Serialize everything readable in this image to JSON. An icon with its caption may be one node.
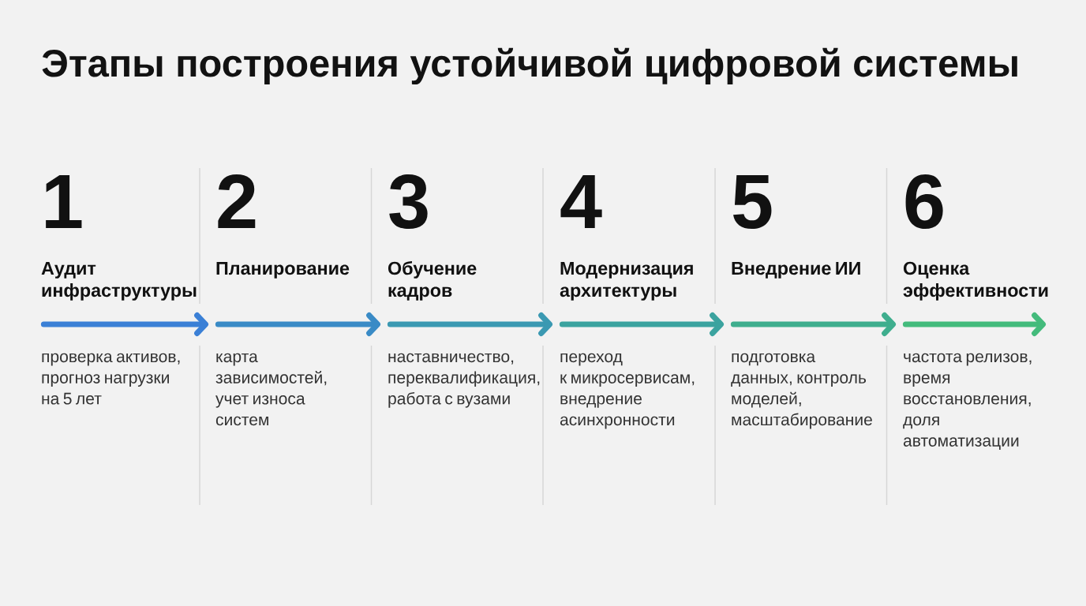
{
  "diagram": {
    "title": "Этапы построения устойчивой цифровой системы",
    "nodes": [
      {
        "text": [
          "1",
          "Аудит инфраструктуры",
          "проверка активов, прогноз нагрузки на 5 лет"
        ]
      },
      {
        "text": [
          "2",
          "Планирование",
          "карта зависимостей, учет износа систем"
        ]
      },
      {
        "text": [
          "3",
          "Обучение кадров",
          "наставничество, переквалификация, работа с вузами"
        ]
      },
      {
        "text": [
          "4",
          "Модернизация архитектуры",
          "переход к микросервисам, внедрение асинхронности"
        ]
      },
      {
        "text": [
          "5",
          "Внедрение ИИ",
          "подготовка данных, контроль моделей, масштабирование"
        ]
      },
      {
        "text": [
          "6",
          "Оценка эффективности",
          "частота релизов, время восстановления, доля автоматизации"
        ]
      }
    ],
    "edges": [
      {
        "from": 0,
        "to": 1,
        "arrow": "to",
        "color": "#3b80d6"
      },
      {
        "from": 1,
        "to": 2,
        "arrow": "to",
        "color": "#3a8bc6"
      },
      {
        "from": 2,
        "to": 3,
        "arrow": "to",
        "color": "#3b99b2"
      },
      {
        "from": 3,
        "to": 4,
        "arrow": "to",
        "color": "#3ba39f"
      },
      {
        "from": 4,
        "to": 5,
        "arrow": "to",
        "color": "#3fae8e"
      },
      {
        "from": 5,
        "to": null,
        "arrow": "to",
        "color": "#44bb7c"
      }
    ]
  }
}
